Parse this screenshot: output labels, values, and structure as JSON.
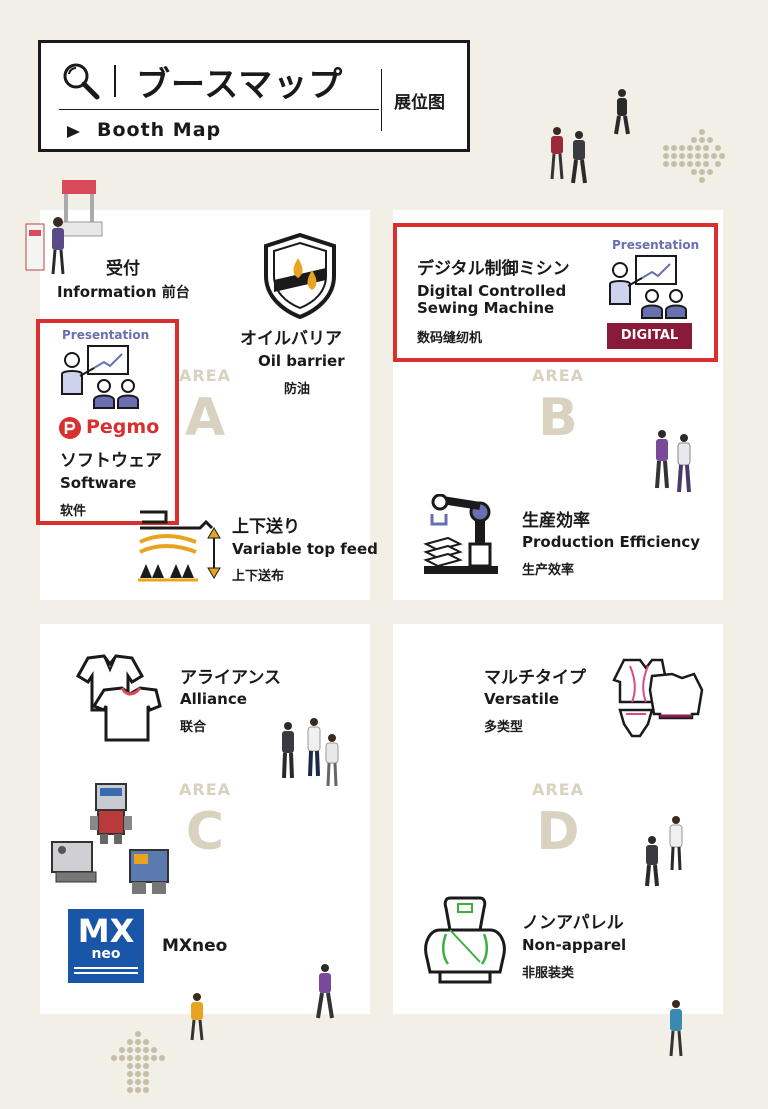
{
  "header": {
    "title": "ブースマップ",
    "subtitle": "Booth Map",
    "cn": "展位图"
  },
  "areas": {
    "a": {
      "label": "AREA",
      "letter": "A",
      "reception": {
        "jp": "受付",
        "en": "Information",
        "cn": "前台"
      },
      "oil": {
        "jp": "オイルバリア",
        "en": "Oil barrier",
        "cn": "防油"
      },
      "software": {
        "presentation": "Presentation",
        "logo": "Pegmo",
        "jp": "ソフトウェア",
        "en": "Software",
        "cn": "软件"
      },
      "feed": {
        "jp": "上下送り",
        "en": "Variable top feed",
        "cn": "上下送布"
      }
    },
    "b": {
      "label": "AREA",
      "letter": "B",
      "digital": {
        "jp": "デジタル制御ミシン",
        "en_line1": "Digital Controlled",
        "en_line2": "Sewing Machine",
        "cn": "数码缝纫机",
        "presentation": "Presentation",
        "logo": "DIGITAL"
      },
      "efficiency": {
        "jp": "生産効率",
        "en": "Production Efficiency",
        "cn": "生产效率"
      }
    },
    "c": {
      "label": "AREA",
      "letter": "C",
      "alliance": {
        "jp": "アライアンス",
        "en": "Alliance",
        "cn": "联合"
      },
      "mxneo": {
        "name": "MXneo",
        "logo_top": "MX",
        "logo_bottom": "neo"
      }
    },
    "d": {
      "label": "AREA",
      "letter": "D",
      "multi": {
        "jp": "マルチタイプ",
        "en": "Versatile",
        "cn": "多类型"
      },
      "nonapparel": {
        "jp": "ノンアパレル",
        "en": "Non-apparel",
        "cn": "非服装类"
      }
    }
  },
  "colors": {
    "background": "#f1efe6",
    "area_bg": "#ffffff",
    "highlight": "#d92f2f",
    "area_text": "#d8d2bf",
    "presentation": "#6a6fb0"
  }
}
